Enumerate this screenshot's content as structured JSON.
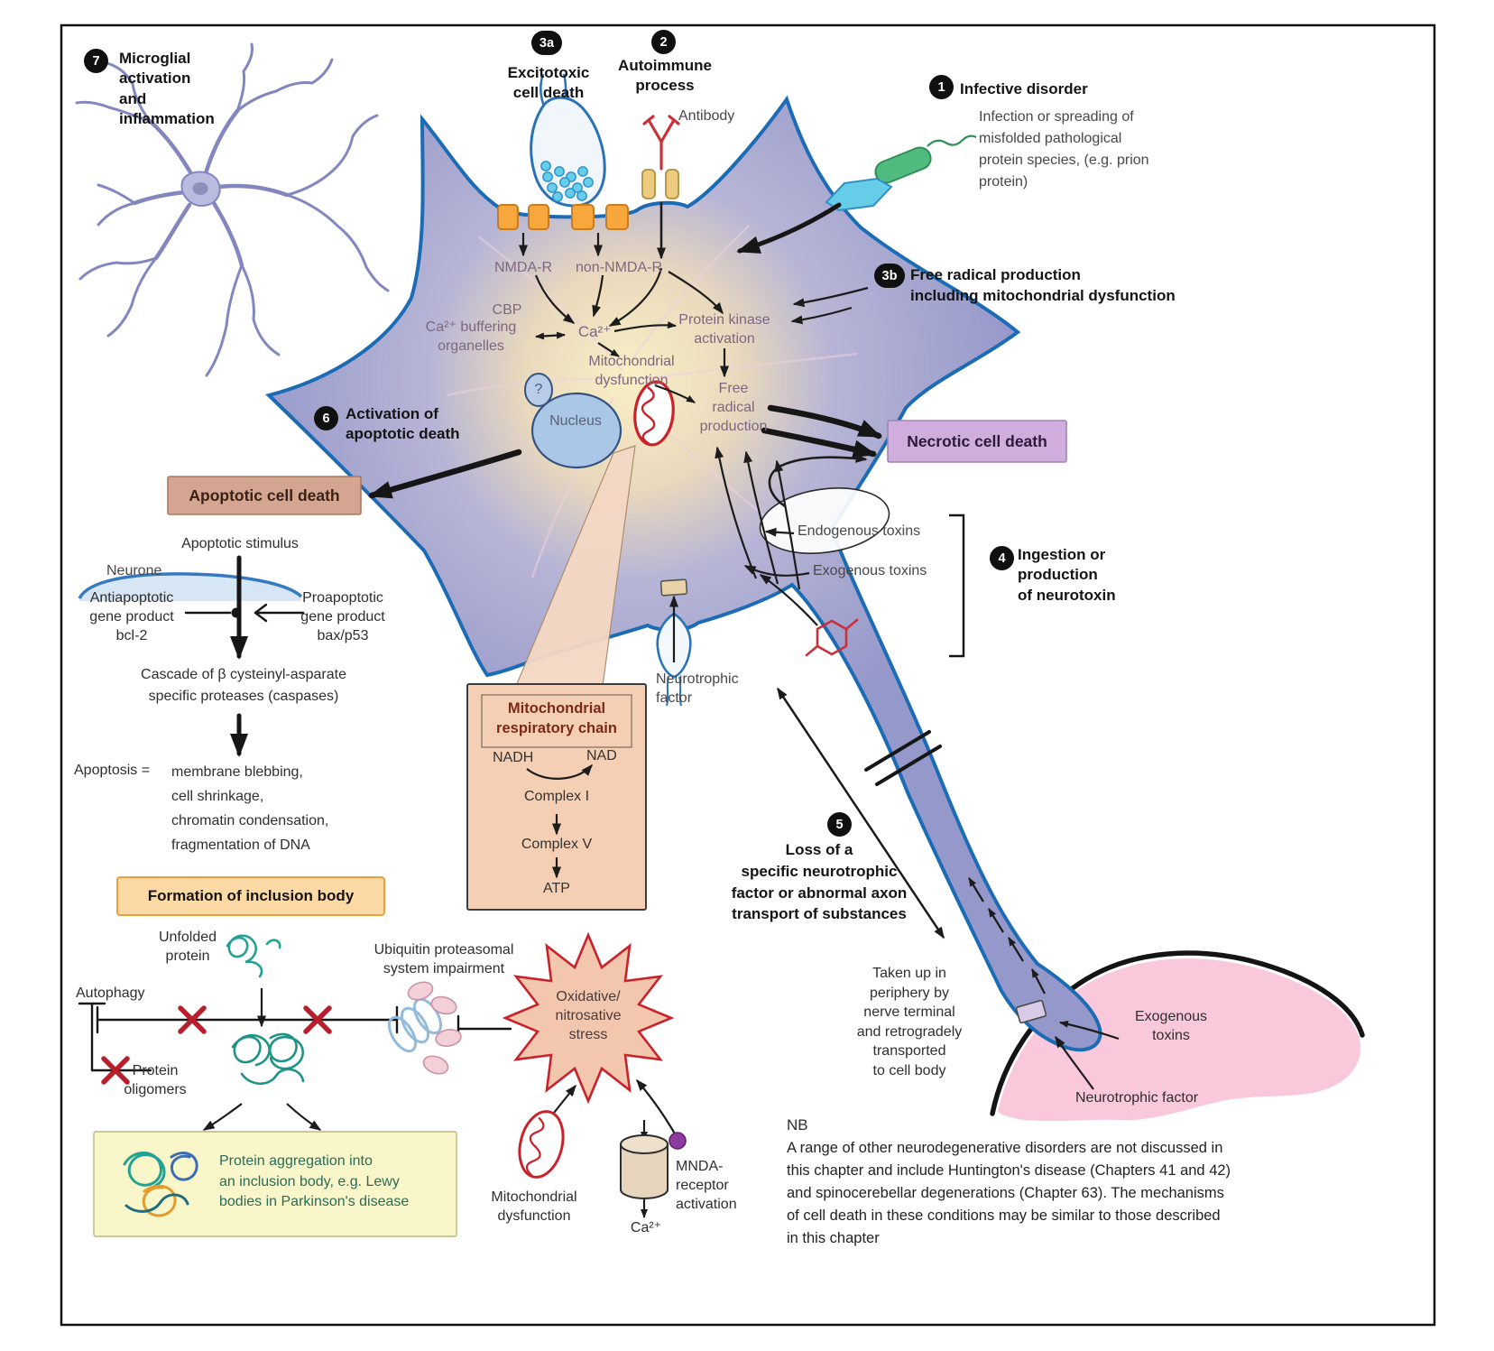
{
  "badges": {
    "b1": "1",
    "b2": "2",
    "b3a": "3a",
    "b3b": "3b",
    "b4": "4",
    "b5": "5",
    "b6": "6",
    "b7": "7"
  },
  "top": {
    "microglial": "Microglial\nactivation\nand\ninflammation",
    "excitotoxic": "Excitotoxic\ncell death",
    "autoimmune": "Autoimmune\nprocess",
    "antibody": "Antibody",
    "infective_title": "Infective disorder",
    "infective_desc": "Infection or spreading of\nmisfolded pathological\nprotein species, (e.g. prion\nprotein)",
    "free_radical_3b": "Free radical production\nincluding mitochondrial dysfunction"
  },
  "cell": {
    "nmda_r": "NMDA-R",
    "non_nmda_r": "non-NMDA-R",
    "cbp": "CBP",
    "ca_buffering": "Ca²⁺ buffering\norganelles",
    "ca": "Ca²⁺",
    "protein_kinase": "Protein kinase\nactivation",
    "mito_dysfunction": "Mitochondrial\ndysfunction",
    "free_radical": "Free\nradical\nproduction",
    "nucleus": "Nucleus",
    "question_mark": "?"
  },
  "death": {
    "activation_apoptotic": "Activation of\napoptotic death",
    "necrotic_box": "Necrotic cell death",
    "apoptotic_box": "Apoptotic cell death"
  },
  "apoptosis": {
    "stimulus": "Apoptotic stimulus",
    "neurone": "Neurone",
    "antiapoptotic": "Antiapoptotic\ngene product\nbcl-2",
    "proapoptotic": "Proapoptotic\ngene product\nbax/p53",
    "caspases": "Cascade of β cysteinyl-asparate\nspecific proteases (caspases)",
    "equals": "Apoptosis =",
    "features": "membrane blebbing,\ncell shrinkage,\nchromatin condensation,\nfragmentation of DNA"
  },
  "toxins": {
    "endogenous": "Endogenous toxins",
    "exogenous": "Exogenous toxins",
    "ingestion": "Ingestion or\nproduction\nof neurotoxin"
  },
  "neurotrophic": {
    "factor_mid": "Neurotrophic\nfactor",
    "loss": "Loss of a\nspecific neurotrophic\nfactor or abnormal axon\ntransport of substances",
    "taken_up": "Taken up in\nperiphery by\nnerve terminal\nand retrogradely\ntransported\nto cell body",
    "exogenous_blob": "Exogenous\ntoxins",
    "factor_blob": "Neurotrophic factor"
  },
  "respiratory": {
    "title": "Mitochondrial\nrespiratory chain",
    "nadh": "NADH",
    "nad": "NAD",
    "complex1": "Complex I",
    "complex5": "Complex V",
    "atp": "ATP"
  },
  "inclusion": {
    "formation_box": "Formation of inclusion body",
    "unfolded": "Unfolded\nprotein",
    "autophagy": "Autophagy",
    "oligomers": "Protein\noligomers",
    "ubiquitin": "Ubiquitin proteasomal\nsystem impairment",
    "oxidative": "Oxidative/\nnitrosative\nstress",
    "aggregation": "Protein aggregation into\nan inclusion body, e.g. Lewy\nbodies in Parkinson's disease",
    "mito_dysfunction": "Mitochondrial\ndysfunction",
    "mnda": "MNDA-\nreceptor\nactivation",
    "ca": "Ca²⁺"
  },
  "nb": {
    "title": "NB",
    "text": "A range of other neurodegenerative disorders are not discussed in\nthis chapter and include Huntington's disease (Chapters 41 and 42)\nand spinocerebellar degenerations (Chapter 63). The mechanisms\nof cell death in these conditions may be similar to those described\nin this chapter"
  },
  "colors": {
    "necrotic_fill": "#cfaddd",
    "apoptotic_fill": "#d4a590",
    "formation_fill": "#fdd9a6",
    "inclusion_fill": "#f9f7c9",
    "respiratory_fill": "#f5cfb3",
    "cell_fill": "#9598ca",
    "membrane_stroke": "#1b6bb5",
    "mito_stroke": "#c9222a"
  }
}
